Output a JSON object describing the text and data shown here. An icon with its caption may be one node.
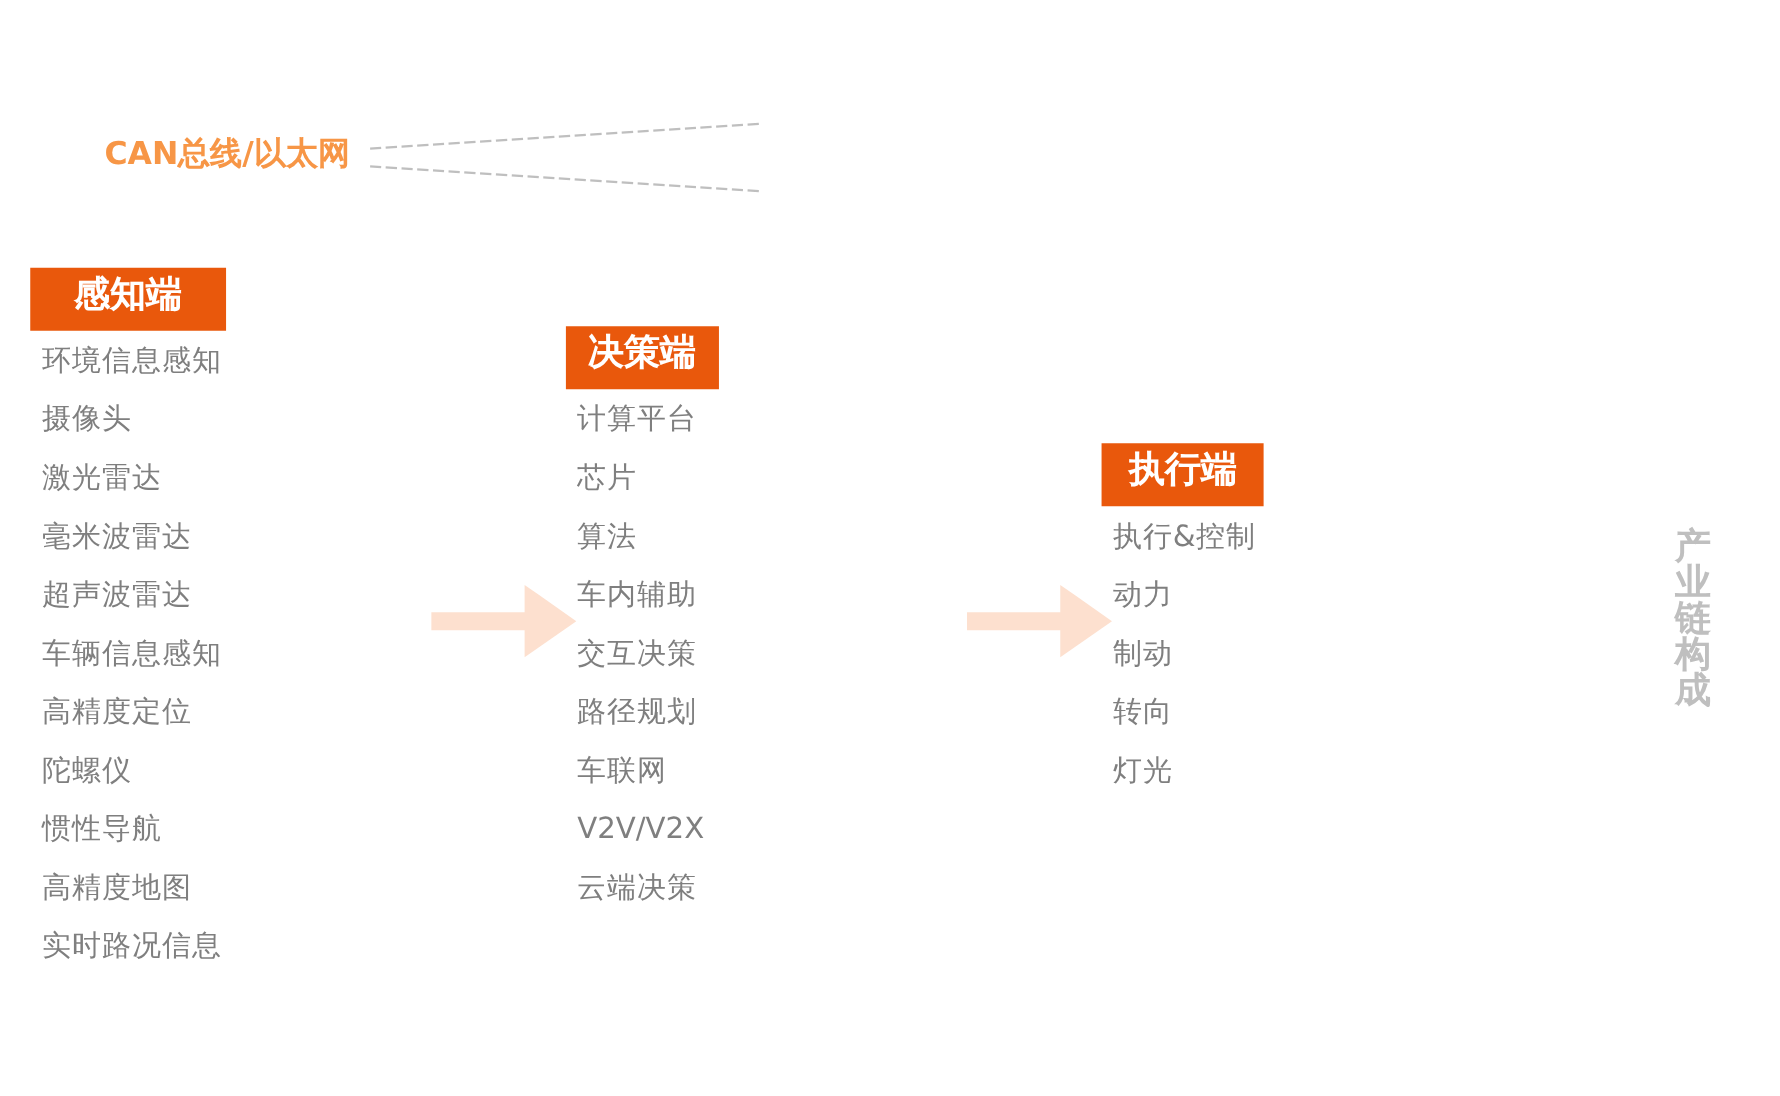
{
  "diagram": {
    "nodes": [
      {
        "text": [
          "感知端"
        ],
        "beside": [
          "环境信息感知",
          "摄像头",
          "激光雷达",
          "毫米波雷达",
          "超声波雷达",
          "车辆信息感知",
          "高精度定位",
          "陀螺仪",
          "惯性导航",
          "高精度地图",
          "实时路况信息"
        ]
      },
      {
        "text": [
          "决策端"
        ],
        "beside": [
          "计算平台",
          "芯片",
          "算法",
          "车内辅助",
          "交互决策",
          "路径规划",
          "车联网",
          "V2V/V2X",
          "云端决策"
        ]
      },
      {
        "text": [
          "执行端"
        ],
        "beside": [
          "执行&控制",
          "动力",
          "制动",
          "转向",
          "灯光"
        ]
      },
      {
        "text": [
          "CAN总线/以太网"
        ]
      }
    ],
    "edges": [
      {
        "from": 0,
        "to": 1,
        "arrow": "to",
        "style": "thick",
        "color": "#fde0cf"
      },
      {
        "from": 1,
        "to": 2,
        "arrow": "to",
        "style": "thick",
        "color": "#fde0cf"
      },
      {
        "from": 3,
        "to": null,
        "arrow": "none",
        "style": "dashed",
        "color": "#bfbfbf"
      },
      {
        "from": 3,
        "to": null,
        "arrow": "none",
        "style": "dashed",
        "color": "#bfbfbf"
      }
    ],
    "labels": [
      "产业链构成"
    ]
  }
}
